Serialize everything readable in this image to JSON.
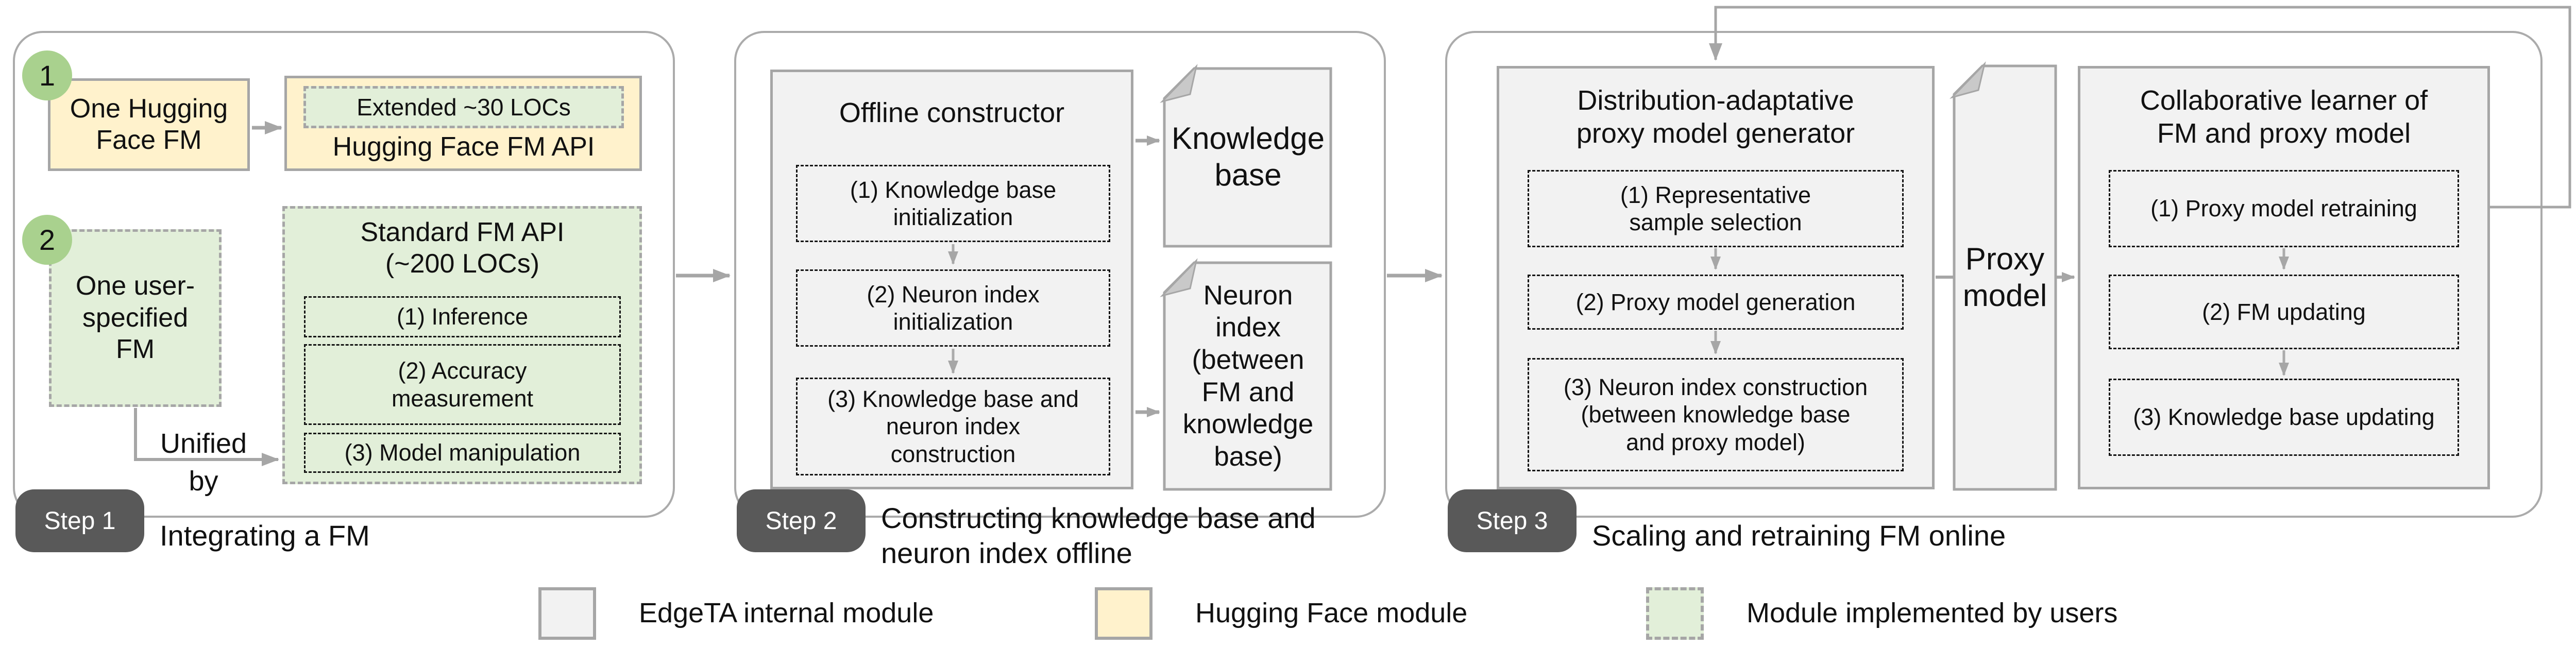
{
  "colors": {
    "internal_fill": "#f2f2f2",
    "huggingface_fill": "#fff2cc",
    "user_module_fill": "#e2efd9",
    "border_gray": "#a6a6a6",
    "badge_dark": "#595959",
    "marker_green": "#a9d18e"
  },
  "step1": {
    "marker1": "1",
    "marker2": "2",
    "one_hf_fm": "One Hugging\nFace FM",
    "extended": "Extended ~30 LOCs",
    "hf_api": "Hugging Face FM API",
    "user_fm": "One user-\nspecified\nFM",
    "unified": "Unified",
    "by": "by",
    "std_title": "Standard FM API\n(~200 LOCs)",
    "inference": "(1) Inference",
    "accuracy": "(2) Accuracy\nmeasurement",
    "manipulation": "(3) Model manipulation"
  },
  "step2": {
    "title": "Offline constructor",
    "kb_init": "(1) Knowledge base\ninitialization",
    "ni_init": "(2) Neuron index\ninitialization",
    "kb_ni_constr": "(3) Knowledge base and\nneuron index\nconstruction",
    "kb_doc": "Knowledge\nbase",
    "ni_doc": "Neuron\nindex\n(between\nFM and\nknowledge\nbase)"
  },
  "step3": {
    "gen_title": "Distribution-adaptative\nproxy model generator",
    "rep_sel": "(1) Representative\nsample selection",
    "proxy_gen": "(2) Proxy model generation",
    "ni_constr": "(3) Neuron index construction\n(between knowledge base\nand proxy model)",
    "proxy_doc": "Proxy\nmodel",
    "learner_title": "Collaborative learner of\nFM and proxy model",
    "proxy_retrain": "(1) Proxy model retraining",
    "fm_update": "(2) FM updating",
    "kb_update": "(3) Knowledge base updating"
  },
  "steps": [
    {
      "badge": "Step 1",
      "caption": "Integrating a FM"
    },
    {
      "badge": "Step 2",
      "caption": "Constructing knowledge base and\nneuron index offline"
    },
    {
      "badge": "Step 3",
      "caption": "Scaling and retraining FM online"
    }
  ],
  "legend": [
    {
      "label": "EdgeTA internal module"
    },
    {
      "label": "Hugging Face module"
    },
    {
      "label": "Module implemented by users"
    }
  ]
}
